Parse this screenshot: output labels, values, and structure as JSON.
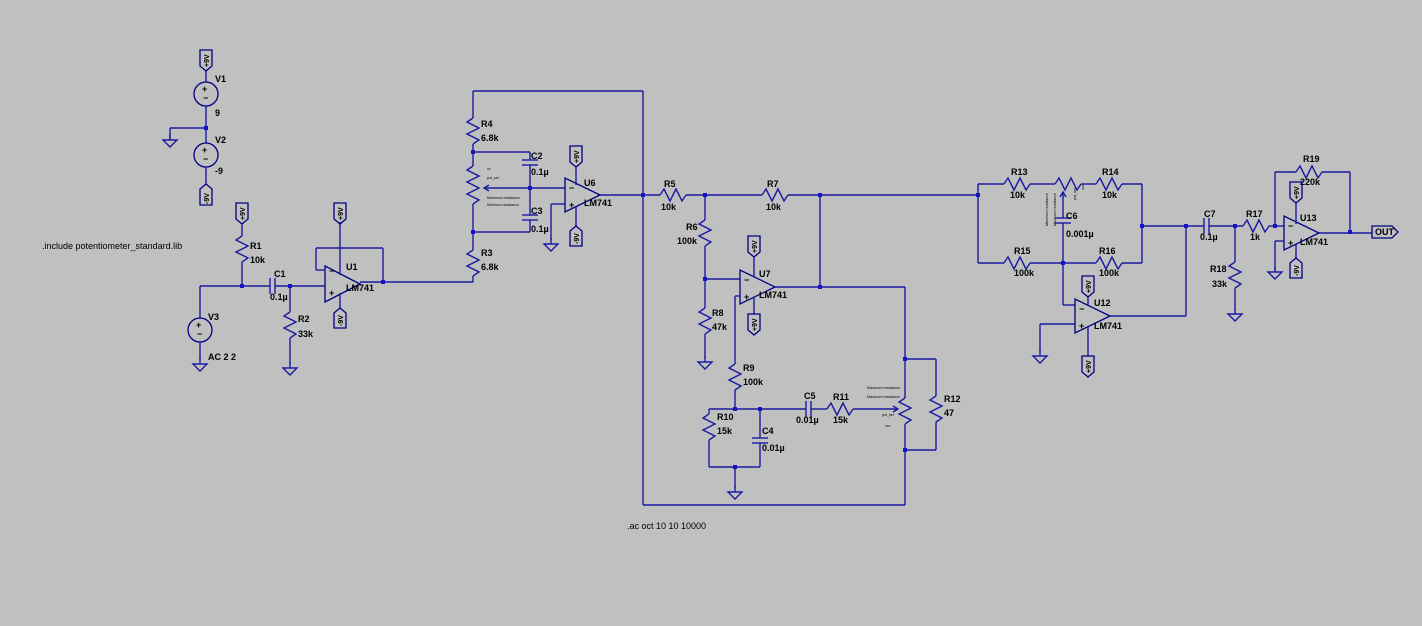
{
  "directives": {
    "include": ".include potentiometer_standard.lib",
    "ac": ".ac oct 10 10 10000"
  },
  "power_label_pos": "+9V",
  "power_label_neg": "-9V",
  "out_label": "OUT",
  "components": {
    "V1": {
      "name": "V1",
      "value": "9"
    },
    "V2": {
      "name": "V2",
      "value": "-9"
    },
    "V3": {
      "name": "V3",
      "value": "AC 2 2"
    },
    "R1": {
      "name": "R1",
      "value": "10k"
    },
    "C1": {
      "name": "C1",
      "value": "0.1µ"
    },
    "R2": {
      "name": "R2",
      "value": "33k"
    },
    "U1": {
      "name": "U1",
      "value": "LM741"
    },
    "R4": {
      "name": "R4",
      "value": "6.8k"
    },
    "R3": {
      "name": "R3",
      "value": "6.8k"
    },
    "C2": {
      "name": "C2",
      "value": "0.1µ"
    },
    "C3": {
      "name": "C3",
      "value": "0.1µ"
    },
    "U6": {
      "name": "U6",
      "value": "LM741"
    },
    "R5": {
      "name": "R5",
      "value": "10k"
    },
    "R6": {
      "name": "R6",
      "value": "100k"
    },
    "R7": {
      "name": "R7",
      "value": "10k"
    },
    "R8": {
      "name": "R8",
      "value": "47k"
    },
    "U7": {
      "name": "U7",
      "value": "LM741"
    },
    "R9": {
      "name": "R9",
      "value": "100k"
    },
    "R10": {
      "name": "R10",
      "value": "15k"
    },
    "C4": {
      "name": "C4",
      "value": "0.01µ"
    },
    "C5": {
      "name": "C5",
      "value": "0.01µ"
    },
    "R11": {
      "name": "R11",
      "value": "15k"
    },
    "R12": {
      "name": "R12",
      "value": "47"
    },
    "R13": {
      "name": "R13",
      "value": "10k"
    },
    "R14": {
      "name": "R14",
      "value": "10k"
    },
    "C6": {
      "name": "C6",
      "value": "0.001µ"
    },
    "R15": {
      "name": "R15",
      "value": "100k"
    },
    "R16": {
      "name": "R16",
      "value": "100k"
    },
    "U12": {
      "name": "U12",
      "value": "LM741"
    },
    "C7": {
      "name": "C7",
      "value": "0.1µ"
    },
    "R17": {
      "name": "R17",
      "value": "1k"
    },
    "R18": {
      "name": "R18",
      "value": "33k"
    },
    "R19": {
      "name": "R19",
      "value": "220k"
    },
    "U13": {
      "name": "U13",
      "value": "LM741"
    }
  }
}
